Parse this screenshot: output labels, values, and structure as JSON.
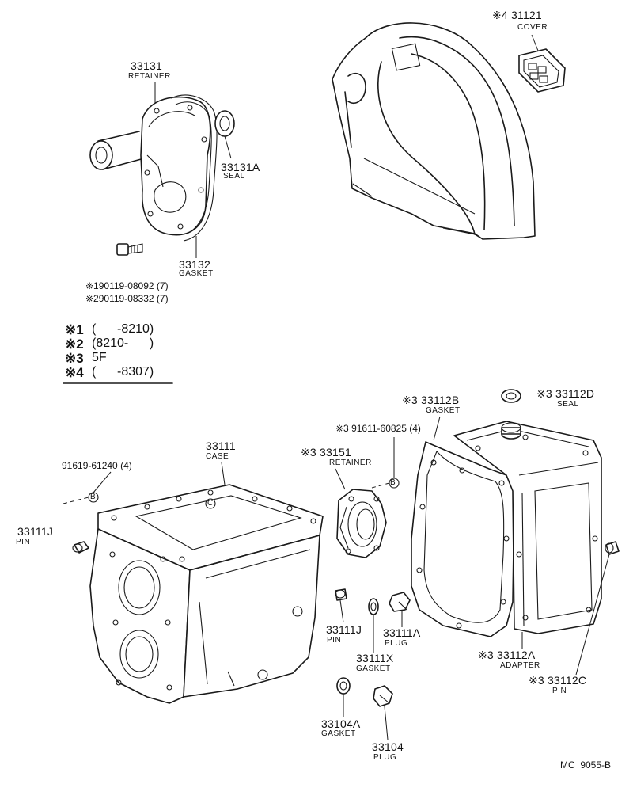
{
  "parts": {
    "cover": {
      "number": "※4 31121",
      "name": "COVER"
    },
    "retainer": {
      "number": "33131",
      "name": "RETAINER"
    },
    "seal_a": {
      "number": "33131A",
      "name": "SEAL"
    },
    "gasket_32": {
      "number": "33132",
      "name": "GASKET"
    },
    "bolt_1": {
      "number": "※190119-08092 (7)"
    },
    "bolt_2": {
      "number": "※290119-08332 (7)"
    },
    "case": {
      "number": "33111",
      "name": "CASE"
    },
    "bolt_case": {
      "number": "91619-61240 (4)"
    },
    "pin_j_left": {
      "number": "33111J",
      "name": "PIN"
    },
    "retainer_151": {
      "number": "※3 33151",
      "name": "RETAINER"
    },
    "bolt_ret": {
      "number": "※3 91611-60825 (4)"
    },
    "gasket_112b": {
      "number": "※3 33112B",
      "name": "GASKET"
    },
    "seal_112d": {
      "number": "※3 33112D",
      "name": "SEAL"
    },
    "pin_j_mid": {
      "number": "33111J",
      "name": "PIN"
    },
    "plug_111a": {
      "number": "33111A",
      "name": "PLUG"
    },
    "gasket_111x": {
      "number": "33111X",
      "name": "GASKET"
    },
    "adapter": {
      "number": "※3 33112A",
      "name": "ADAPTER"
    },
    "pin_112c": {
      "number": "※3 33112C",
      "name": "PIN"
    },
    "gasket_104a": {
      "number": "33104A",
      "name": "GASKET"
    },
    "plug_104": {
      "number": "33104",
      "name": "PLUG"
    }
  },
  "legend": [
    {
      "mark": "※1",
      "text": "(      -8210)"
    },
    {
      "mark": "※2",
      "text": "(8210-      )"
    },
    {
      "mark": "※3",
      "text": "5F"
    },
    {
      "mark": "※4",
      "text": "(      -8307)"
    }
  ],
  "callout_b": "B",
  "callout_c": "C",
  "footer": "MC  9055-B"
}
